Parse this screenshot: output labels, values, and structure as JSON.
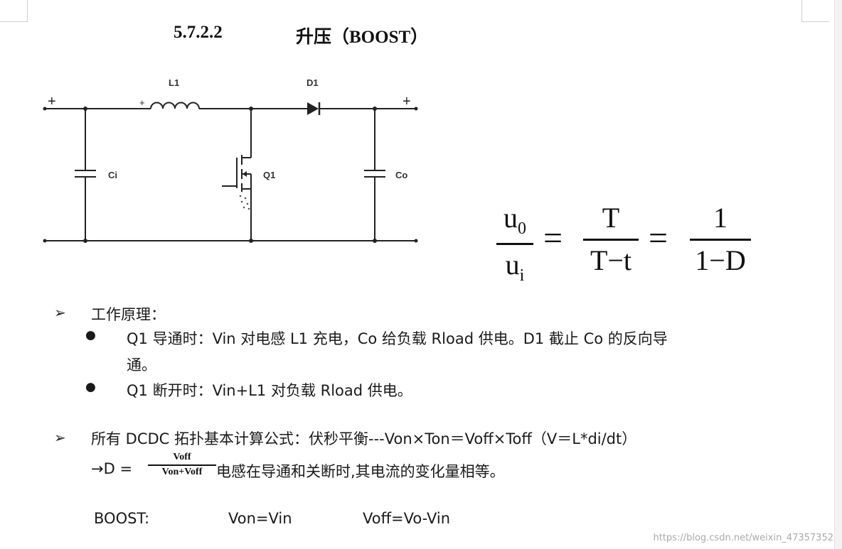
{
  "section": {
    "number": "5.7.2.2",
    "title": "升压（BOOST）"
  },
  "circuit": {
    "labels": {
      "L1": "L1",
      "D1": "D1",
      "Ci": "Ci",
      "Q1": "Q1",
      "Co": "Co",
      "plus_left": "+",
      "plus_l1": "+",
      "plus_right": "+"
    }
  },
  "formula": {
    "lhs_num": "u",
    "lhs_num_sub": "0",
    "lhs_den": "u",
    "lhs_den_sub": "i",
    "eq1": "=",
    "mid_num": "T",
    "mid_den": "T−t",
    "eq2": "=",
    "rhs_num": "1",
    "rhs_den": "1−D"
  },
  "principle": {
    "arrow": "➢",
    "title": "工作原理：",
    "bullet": "●",
    "item1_line1": "Q1 导通时：Vin 对电感 L1 充电，Co 给负载 Rload 供电。D1 截止 Co 的反向导",
    "item1_line2": "通。",
    "item2": "Q1 断开时：Vin+L1 对负载 Rload 供电。"
  },
  "dcdc": {
    "arrow": "➢",
    "line1": "所有  DCDC  拓扑基本计算公式：伏秒平衡---Von×Ton＝Voff×Toff（V＝L*di/dt）",
    "line2_prefix": "→D = ",
    "frac_num": "Voff",
    "frac_den": "Von+Voff",
    "line2_suffix": "电感在导通和关断时,其电流的变化量相等。"
  },
  "boost_row": {
    "label": "BOOST:",
    "von": "Von=Vin",
    "voff": "Voff=Vo-Vin"
  },
  "watermark": "https://blog.csdn.net/weixin_47357352"
}
